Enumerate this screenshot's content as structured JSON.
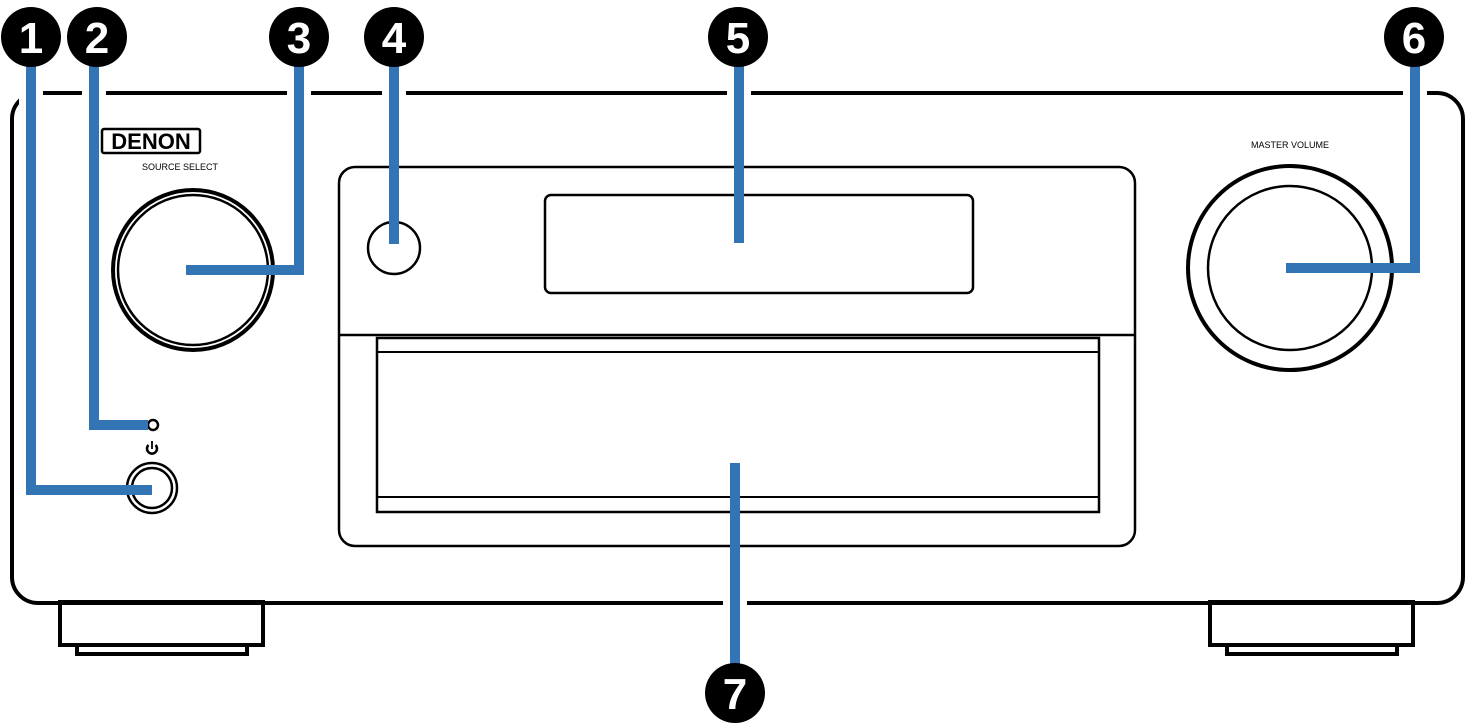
{
  "diagram": {
    "brand_logo": "DENON",
    "labels": {
      "source_select": "SOURCE SELECT",
      "master_volume": "MASTER VOLUME"
    },
    "callouts": [
      "1",
      "2",
      "3",
      "4",
      "5",
      "6",
      "7"
    ],
    "colors": {
      "leader": "#3274b4",
      "outline": "#000000",
      "callout_fill": "#000000"
    }
  }
}
